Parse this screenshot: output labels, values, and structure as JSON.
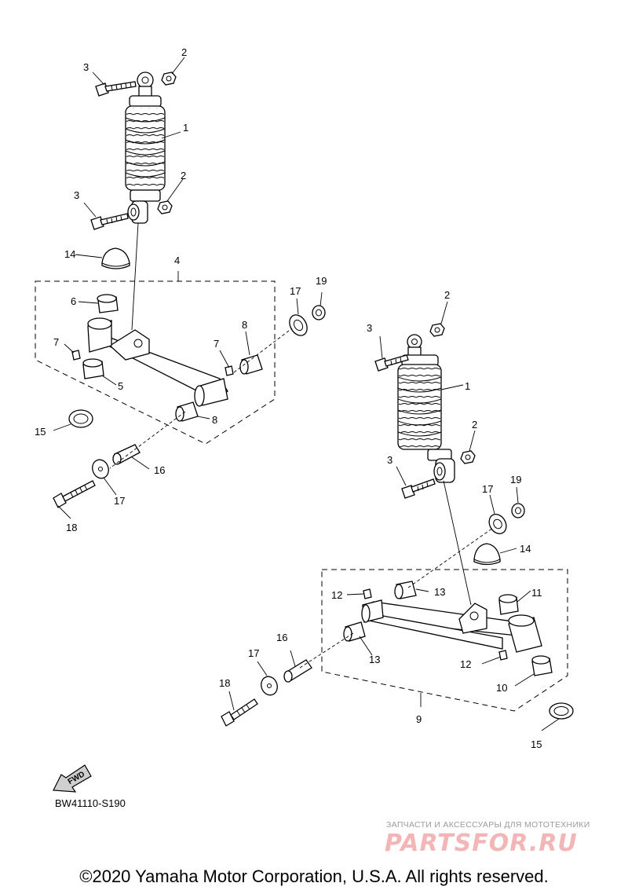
{
  "diagram": {
    "code": "BW41110-S190",
    "fwd_label": "FWD",
    "copyright": "©2020 Yamaha Motor Corporation, U.S.A. All rights reserved.",
    "watermark_tagline": "ЗАПЧАСТИ И АКСЕССУАРЫ ДЛЯ МОТОТЕХНИКИ",
    "watermark_logo": "PARTSFOR.RU",
    "callouts": {
      "left": {
        "c1": "1",
        "c2a": "2",
        "c2b": "2",
        "c3a": "3",
        "c3b": "3",
        "c4": "4",
        "c5": "5",
        "c6": "6",
        "c7a": "7",
        "c7b": "7",
        "c8a": "8",
        "c8b": "8",
        "c14": "14",
        "c15": "15",
        "c16": "16",
        "c17a": "17",
        "c17b": "17",
        "c18": "18",
        "c19": "19"
      },
      "right": {
        "c1": "1",
        "c2a": "2",
        "c2b": "2",
        "c3a": "3",
        "c3b": "3",
        "c9": "9",
        "c10": "10",
        "c11": "11",
        "c12a": "12",
        "c12b": "12",
        "c13a": "13",
        "c13b": "13",
        "c14": "14",
        "c15": "15",
        "c16": "16",
        "c17a": "17",
        "c17b": "17",
        "c18": "18",
        "c19": "19"
      }
    }
  }
}
